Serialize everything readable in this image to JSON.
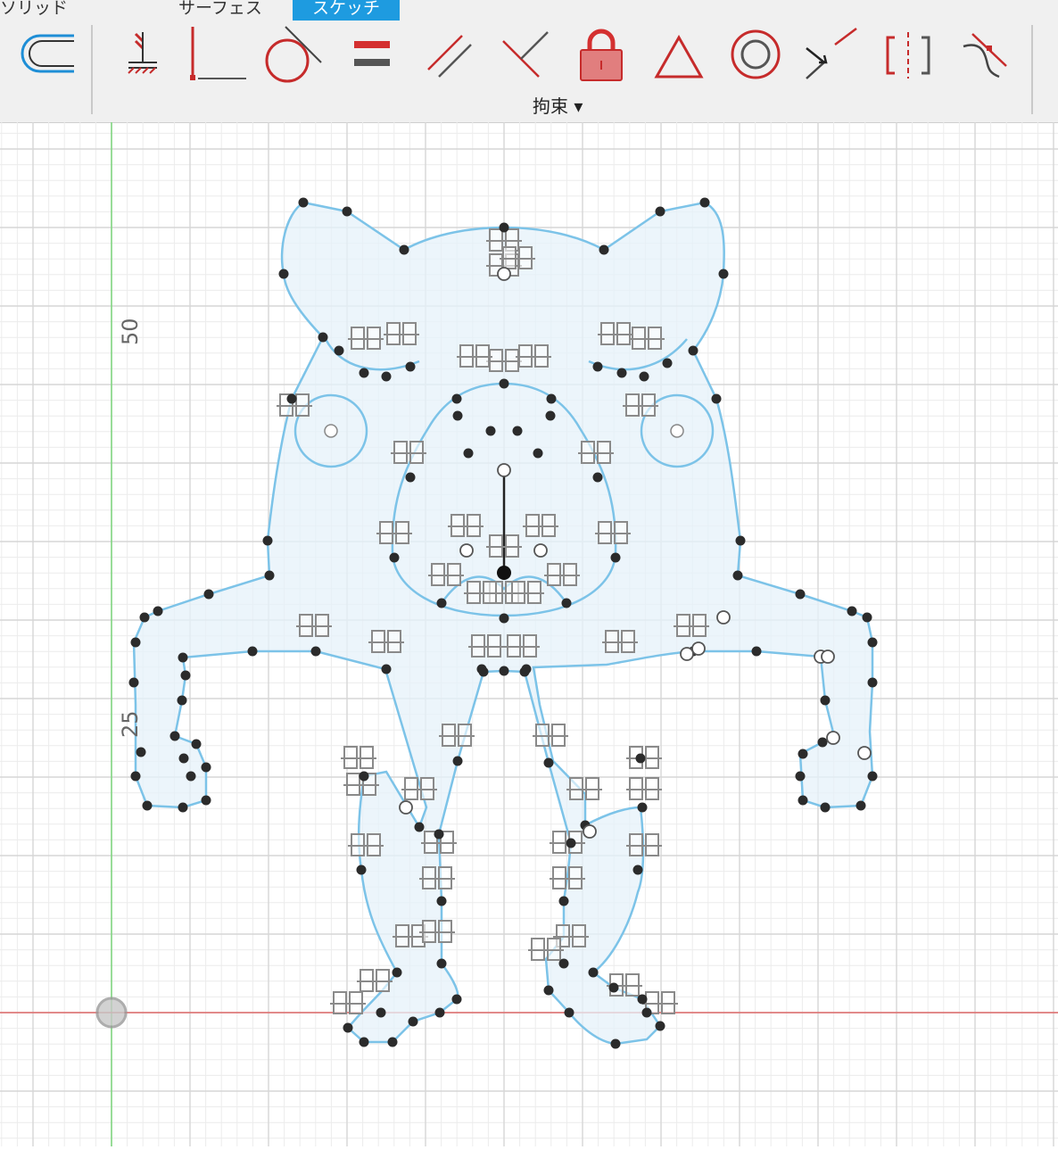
{
  "tabs": [
    "ソリッド",
    "サーフェス",
    "スケッチ"
  ],
  "toolbar": {
    "group_label": "拘束 ▾",
    "tools": [
      "fillet-tool",
      "coincident",
      "horizontal-vertical",
      "tangent",
      "equal",
      "parallel",
      "perpendicular",
      "fix-unfix",
      "midpoint",
      "concentric",
      "collinear",
      "symmetry",
      "curvature"
    ]
  },
  "canvas": {
    "axis_labels": {
      "upper": "50",
      "lower": "25"
    },
    "colors": {
      "sketch_line": "#7cc3e8",
      "profile_fill": "#e6f2fa",
      "grid_major": "#d6d6d6",
      "grid_minor": "#ececec",
      "x_axis": "#e06a6a",
      "y_axis": "#7cd67c",
      "point": "#2b2b2b",
      "constraint": "#8a8a8a"
    }
  }
}
